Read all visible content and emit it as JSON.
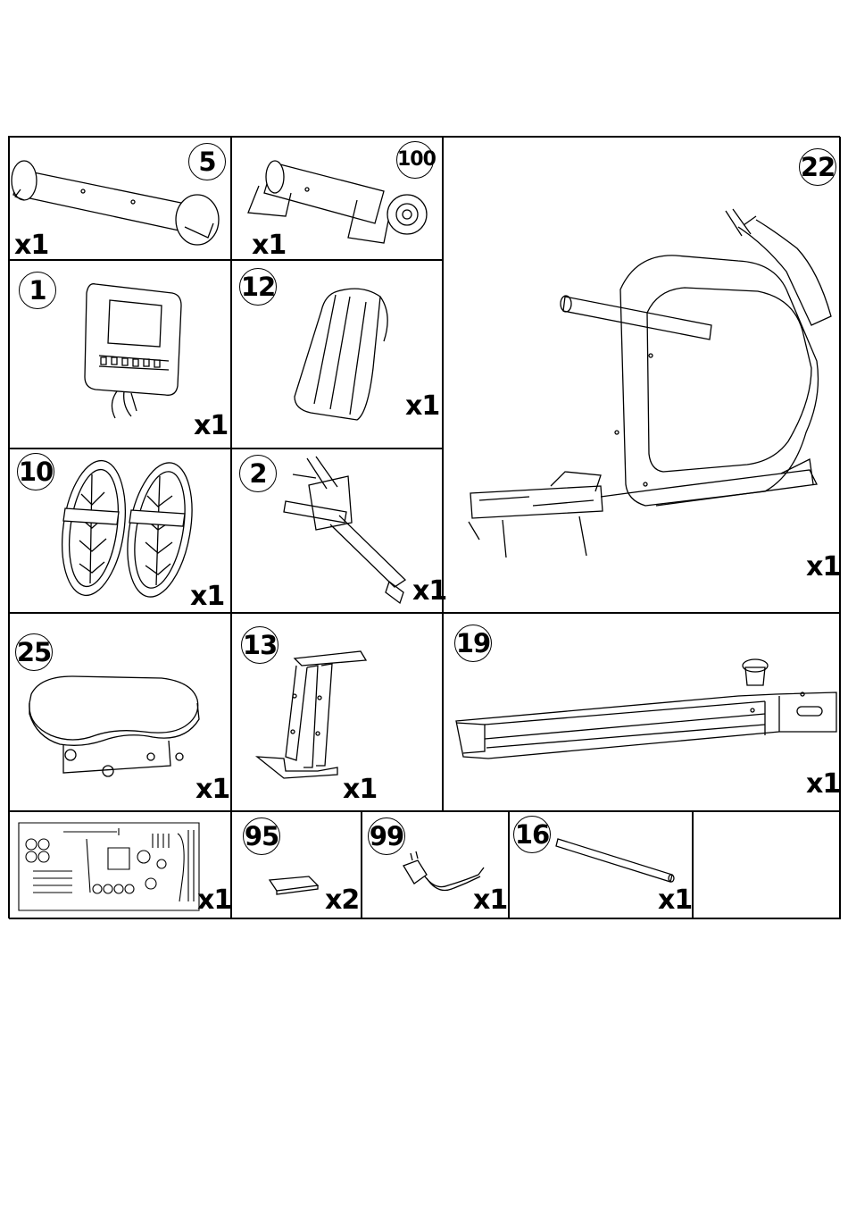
{
  "parts": [
    {
      "id": "tube",
      "number": "5",
      "qty": "x1"
    },
    {
      "id": "flywheel",
      "number": "100",
      "qty": "x1"
    },
    {
      "id": "frame",
      "number": "22",
      "qty": "x1"
    },
    {
      "id": "console",
      "number": "1",
      "qty": "x1"
    },
    {
      "id": "cover",
      "number": "12",
      "qty": "x1"
    },
    {
      "id": "pedals",
      "number": "10",
      "qty": "x1"
    },
    {
      "id": "console-mast",
      "number": "2",
      "qty": "x1"
    },
    {
      "id": "seat",
      "number": "25",
      "qty": "x1"
    },
    {
      "id": "bracket",
      "number": "13",
      "qty": "x1"
    },
    {
      "id": "rail",
      "number": "19",
      "qty": "x1"
    },
    {
      "id": "hardware",
      "number": "",
      "qty": "x1"
    },
    {
      "id": "plate",
      "number": "95",
      "qty": "x2"
    },
    {
      "id": "adapter",
      "number": "99",
      "qty": "x1"
    },
    {
      "id": "rod",
      "number": "16",
      "qty": "x1"
    }
  ]
}
